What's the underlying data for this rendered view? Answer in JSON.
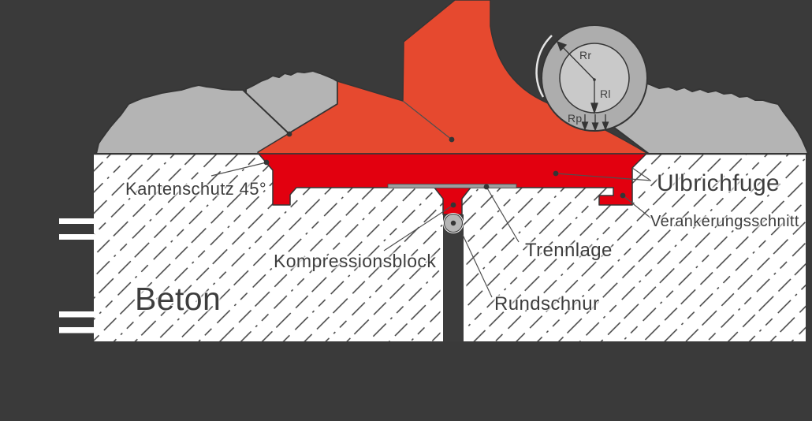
{
  "labels": {
    "kantenschutz": "Kantenschutz 45°",
    "ulbrichfuge": "Ulbrichfuge",
    "verankerungsschnitt": "Verankerungsschnitt",
    "kompressionsblock": "Kompressionsblock",
    "trennlage": "Trennlage",
    "rundschnur": "Rundschnur",
    "beton": "Beton"
  },
  "wheel_labels": {
    "rr": "Rr",
    "rl": "Rl",
    "rp": "Rp"
  },
  "colors": {
    "background": "#3a3a3a",
    "sealant_top_red": "#e6492f",
    "joint_profile_red": "#e2000f",
    "asphalt_gray": "#b4b4b4",
    "wheel_inner_gray": "#c9c9c9",
    "concrete_white": "#ffffff",
    "separation_layer_gray": "#9d9d9d",
    "outline_dark": "#353535"
  }
}
